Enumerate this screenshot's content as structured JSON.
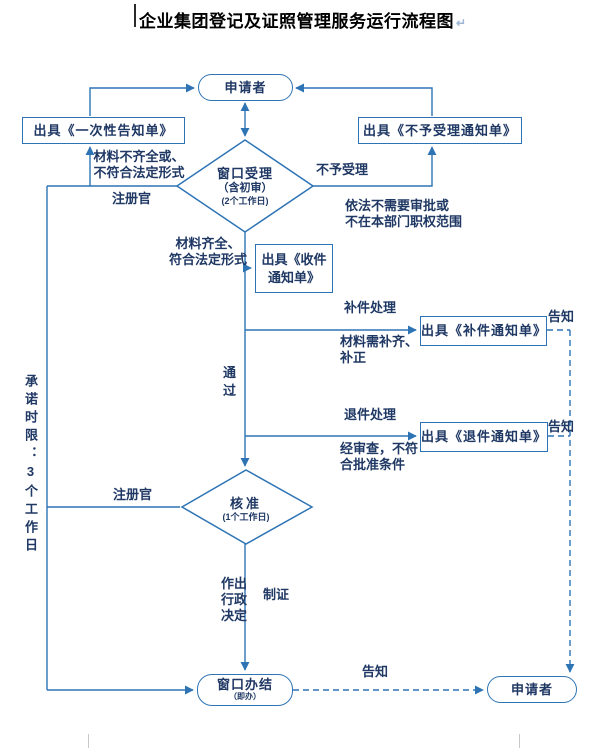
{
  "colors": {
    "line-color": "#2E74B5",
    "text-color": "#1F3864",
    "title-color": "#000000"
  },
  "title": {
    "text": "企业集团登记及证照管理服务运行流程图",
    "mark": "↵"
  },
  "nodes": {
    "applicant_top": {
      "label": "申请者"
    },
    "one_time_notice": {
      "label": "出具《一次性告知单》"
    },
    "rejection_notice": {
      "label": "出具《不予受理通知单》"
    },
    "window_accept": {
      "title": "窗口受理",
      "sub": "（含初审）",
      "note": "(2个工作日)"
    },
    "receipt_notice": {
      "line1": "出具《收件",
      "line2": "通知单》"
    },
    "supplement_notice": {
      "label": "出具《补件通知单》"
    },
    "return_notice": {
      "label": "出具《退件通知单》"
    },
    "approval": {
      "title": "核准",
      "note": "(1个工作日)"
    },
    "window_complete": {
      "title": "窗口办结",
      "sub": "（即办）"
    },
    "applicant_bottom": {
      "label": "申请者"
    }
  },
  "labels": {
    "incomplete_materials": "材料不齐全或、\n不符合法定形式",
    "registrar_top": "注册官",
    "not_accepted": "不予受理",
    "no_approval_needed": "依法不需要审批或\n不在本部门职权范围",
    "materials_complete": "材料齐全、\n符合法定形式",
    "pass": "通过",
    "supplement_handling": "补件处理",
    "supplement_reason": "材料需补齐、\n补正",
    "notify_supplement": "告知",
    "return_handling": "退件处理",
    "return_reason": "经审查，不符\n合批准条件",
    "notify_return": "告知",
    "registrar_bottom": "注册官",
    "time_limit": "承诺时限：3个工作日",
    "decision": "作出行政决定",
    "make_cert": "制证",
    "notify_bottom": "告知"
  }
}
